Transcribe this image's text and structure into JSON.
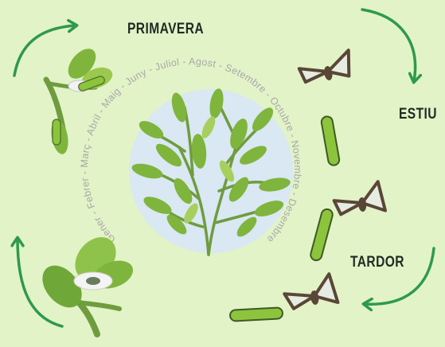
{
  "seasons": {
    "spring": "PRIMAVERA",
    "summer": "ESTIU",
    "autumn": "TARDOR"
  },
  "months": [
    "Gener",
    "Febrer",
    "Març",
    "Abril",
    "Maig",
    "Juny",
    "Juliol",
    "Agost",
    "Setembre",
    "Octubre",
    "Novembre",
    "Desembre"
  ],
  "colors": {
    "background": "#e2f3c7",
    "circle": "#d9e8f2",
    "arrow": "#2e9a4a",
    "month_text": "#a8a8a8",
    "leaf": "#7fb53d",
    "moth_wing": "#e6ece2",
    "moth_border": "#5a4636",
    "caterpillar": "#8cc43c"
  },
  "icons": [
    "cycle-arrow-icon",
    "moth-icon",
    "caterpillar-icon",
    "leaf-icon",
    "cocoon-icon",
    "box-tree-icon"
  ]
}
